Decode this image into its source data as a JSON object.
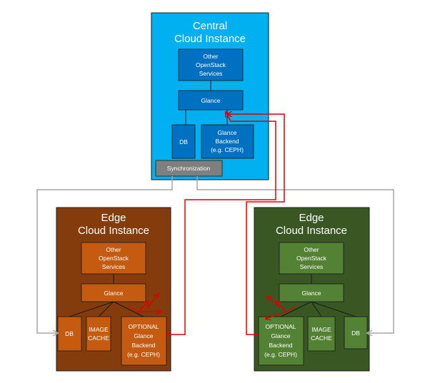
{
  "central": {
    "title_line1": "Central",
    "title_line2": "Cloud Instance",
    "other_services": [
      "Other",
      "OpenStack",
      "Services"
    ],
    "glance": "Glance",
    "db": "DB",
    "glance_backend": [
      "Glance",
      "Backend",
      "(e.g. CEPH)"
    ],
    "synchronization": "Synchronization"
  },
  "edge_left": {
    "title_line1": "Edge",
    "title_line2": "Cloud Instance",
    "other_services": [
      "Other",
      "OpenStack",
      "Services"
    ],
    "glance": "Glance",
    "db": "DB",
    "image_cache": [
      "IMAGE",
      "CACHE"
    ],
    "optional_backend": [
      "OPTIONAL",
      "Glance",
      "Backend",
      "(e.g. CEPH)"
    ]
  },
  "edge_right": {
    "title_line1": "Edge",
    "title_line2": "Cloud Instance",
    "other_services": [
      "Other",
      "OpenStack",
      "Services"
    ],
    "glance": "Glance",
    "db": "DB",
    "image_cache": [
      "IMAGE",
      "CACHE"
    ],
    "optional_backend": [
      "OPTIONAL",
      "Glance",
      "Backend",
      "(e.g. CEPH)"
    ]
  },
  "colors": {
    "central_bg": "#00b0f0",
    "central_box": "#0070c0",
    "edge_left_bg": "#843c0c",
    "edge_left_box": "#c55a11",
    "edge_right_bg": "#385723",
    "edge_right_box": "#548235",
    "sync_box": "#7f7f7f",
    "sync_link": "#a6a6a6",
    "image_flow": "#e00000"
  }
}
